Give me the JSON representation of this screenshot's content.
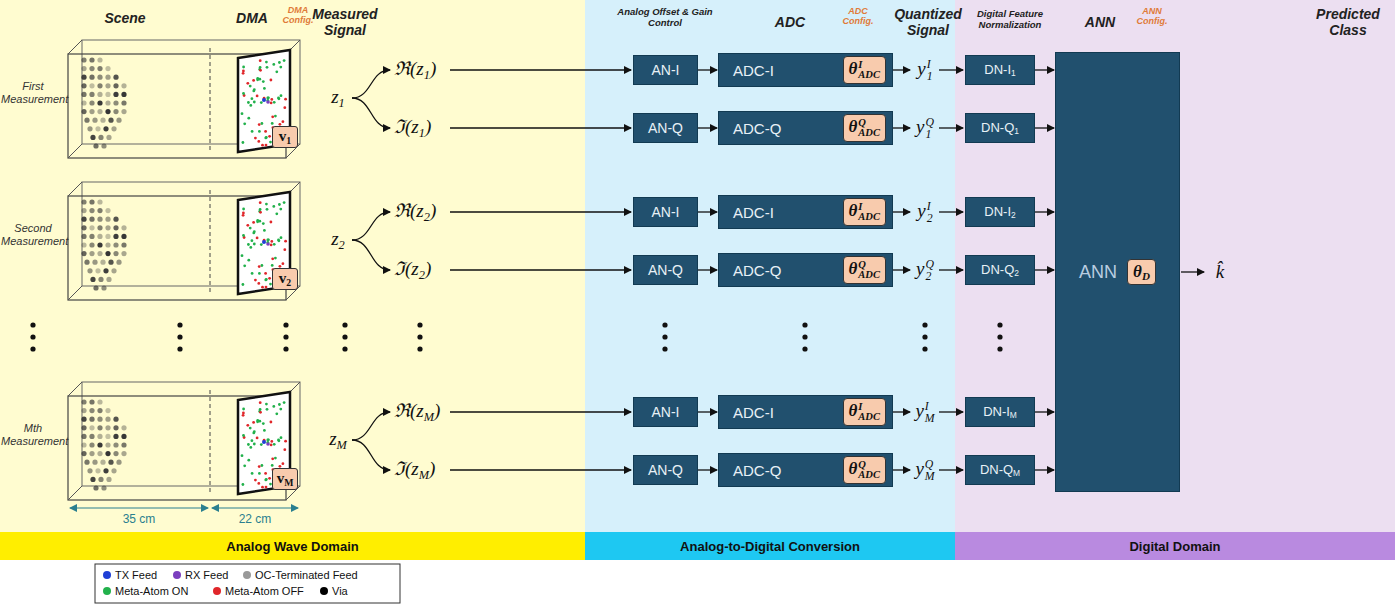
{
  "diagram": {
    "nodes": [
      {
        "text": [
          "v",
          "1"
        ]
      },
      {
        "text": [
          "AN-I"
        ]
      },
      {
        "text": [
          "ADC-I"
        ]
      },
      {
        "text": [
          "θ",
          "I",
          "ADC"
        ],
        "in": 2
      },
      {
        "text": [
          "AN-Q"
        ]
      },
      {
        "text": [
          "ADC-Q"
        ]
      },
      {
        "text": [
          "θ",
          "Q",
          "ADC"
        ],
        "in": 5
      },
      {
        "text": [
          "DN-I",
          "1"
        ]
      },
      {
        "text": [
          "DN-Q",
          "1"
        ]
      },
      {
        "text": [
          "v",
          "2"
        ]
      },
      {
        "text": [
          "AN-I"
        ]
      },
      {
        "text": [
          "ADC-I"
        ]
      },
      {
        "text": [
          "θ",
          "I",
          "ADC"
        ],
        "in": 11
      },
      {
        "text": [
          "AN-Q"
        ]
      },
      {
        "text": [
          "ADC-Q"
        ]
      },
      {
        "text": [
          "θ",
          "Q",
          "ADC"
        ],
        "in": 14
      },
      {
        "text": [
          "DN-I",
          "2"
        ]
      },
      {
        "text": [
          "DN-Q",
          "2"
        ]
      },
      {
        "text": [
          "v",
          "M"
        ]
      },
      {
        "text": [
          "AN-I"
        ]
      },
      {
        "text": [
          "ADC-I"
        ]
      },
      {
        "text": [
          "θ",
          "I",
          "ADC"
        ],
        "in": 20
      },
      {
        "text": [
          "AN-Q"
        ]
      },
      {
        "text": [
          "ADC-Q"
        ]
      },
      {
        "text": [
          "θ",
          "Q",
          "ADC"
        ],
        "in": 23
      },
      {
        "text": [
          "DN-I",
          "M"
        ]
      },
      {
        "text": [
          "DN-Q",
          "M"
        ]
      },
      {
        "text": [
          "ANN"
        ]
      },
      {
        "text": [
          "θ",
          "D"
        ],
        "in": 27
      },
      {
        "text": [
          "Analog Wave Domain"
        ]
      },
      {
        "text": [
          "Analog-to-Digital Conversion"
        ]
      },
      {
        "text": [
          "Digital Domain"
        ]
      }
    ],
    "edges": [
      {
        "from": 1,
        "to": 2,
        "arrow": "to"
      },
      {
        "from": 4,
        "to": 5,
        "arrow": "to"
      },
      {
        "from": 7,
        "to": 27,
        "arrow": "to"
      },
      {
        "from": 8,
        "to": 27,
        "arrow": "to"
      },
      {
        "from": 10,
        "to": 11,
        "arrow": "to"
      },
      {
        "from": 13,
        "to": 14,
        "arrow": "to"
      },
      {
        "from": 16,
        "to": 27,
        "arrow": "to"
      },
      {
        "from": 17,
        "to": 27,
        "arrow": "to"
      },
      {
        "from": 19,
        "to": 20,
        "arrow": "to"
      },
      {
        "from": 22,
        "to": 23,
        "arrow": "to"
      },
      {
        "from": 25,
        "to": 27,
        "arrow": "to"
      },
      {
        "from": 26,
        "to": 27,
        "arrow": "to"
      }
    ],
    "labels": [
      "Scene",
      "DMA",
      "DMA Config.",
      "Measured Signal",
      "Analog Offset & Gain Control",
      "ADC",
      "ADC Config.",
      "Quantized Signal",
      "Digital Feature Normalization",
      "ANN",
      "ANN Config.",
      "Predicted Class",
      "First Measurement",
      "Second Measurement",
      "Mth Measurement",
      "z",
      "1",
      "ℜ(z",
      "1",
      ")",
      "ℑ(z",
      "1",
      ")",
      "y",
      "1",
      "I",
      "y",
      "1",
      "Q",
      "z",
      "2",
      "ℜ(z",
      "2",
      ")",
      "ℑ(z",
      "2",
      ")",
      "y",
      "2",
      "I",
      "y",
      "2",
      "Q",
      "z",
      "M",
      "ℜ(z",
      "M",
      ")",
      "ℑ(z",
      "M",
      ")",
      "y",
      "M",
      "I",
      "y",
      "M",
      "Q",
      "35 cm",
      "22 cm",
      "k̂"
    ],
    "legend": [
      {
        "text": "TX Feed",
        "color": "#1f3fd6"
      },
      {
        "text": "RX Feed",
        "color": "#7b3fbf"
      },
      {
        "text": "OC-Terminated Feed",
        "color": "#999999"
      },
      {
        "text": "Meta-Atom ON",
        "color": "#22b14c"
      },
      {
        "text": "Meta-Atom OFF",
        "color": "#e0262a"
      },
      {
        "text": "Via",
        "color": "#000000"
      }
    ]
  }
}
